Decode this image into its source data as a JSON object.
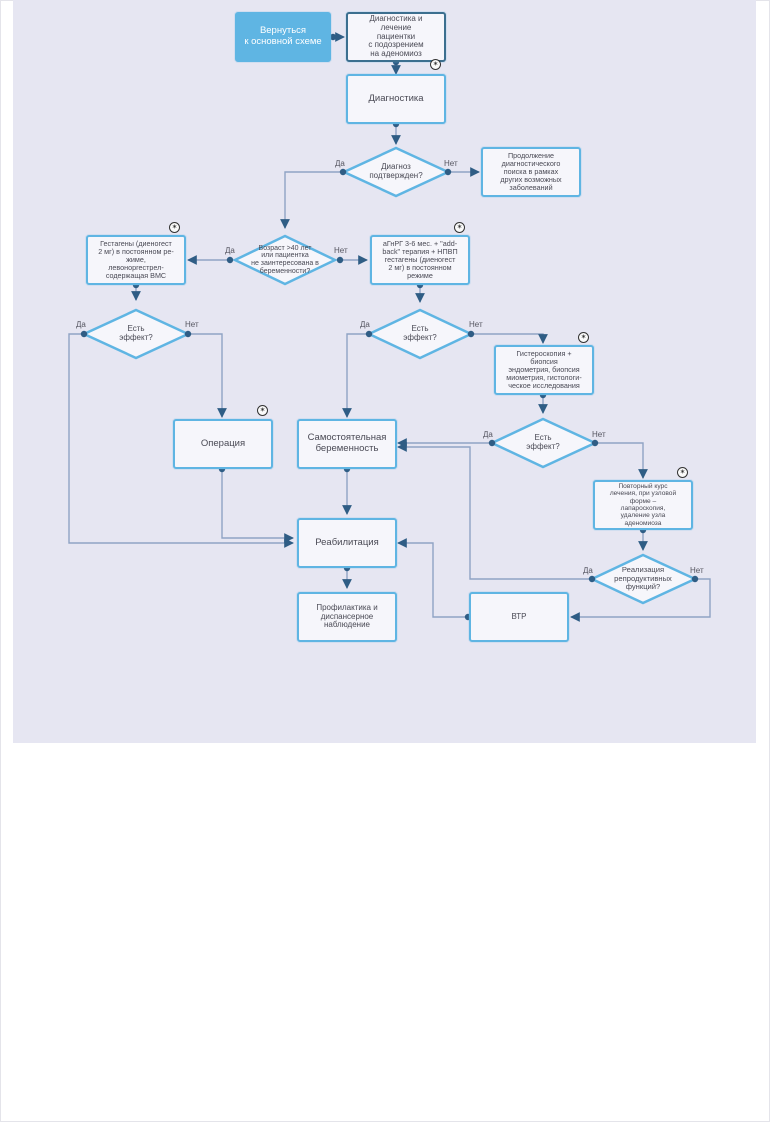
{
  "nodes": {
    "back": "Вернуться\nк основной схеме",
    "start": "Диагностика и\nлечение\nпациентки\nс подозрением\nна аденомиоз",
    "diagnostics": "Диагностика",
    "continue_search": "Продолжение\nдиагностического\nпоиска в рамках\nдругих возможных\nзаболеваний",
    "gestagens": "Гестагены (диеногест\n2 мг) в постоянном ре-\nжиме,\nлевоноргестрел-\nсодержащая ВМС",
    "agnrh": "аГнРГ 3-6 мес. + \"add-\nback\" терапия + НПВП\nгестагены (диеногест\n2 мг) в постоянном\nрежиме",
    "hysteroscopy": "Гистероскопия +\nбиопсия\nэндометрия, биопсия\nмиометрия, гистологи-\nческое исследования",
    "operation": "Операция",
    "pregnancy": "Самостоятельная\nбеременность",
    "repeat": "Повторный курс\nлечения, при узловой\nформе –\nлапароскопия,\nудаление узла\nаденомиоза",
    "rehab": "Реабилитация",
    "prophylaxis": "Профилактика и\nдиспансерное\nнаблюдение",
    "vrt": "ВТР"
  },
  "decisions": {
    "confirmed": "Диагноз\nподтвержден?",
    "age": "Возраст >40 лет\nили пациентка\nне заинтересована в\nбеременности?",
    "effect_left": "Есть\nэффект?",
    "effect_mid": "Есть\nэффект?",
    "effect_right": "Есть\nэффект?",
    "reproductive": "Реализация\nрепродуктивных\nфункций?"
  },
  "labels": {
    "yes": "Да",
    "no": "Нет"
  },
  "icons": {
    "pin": "✶"
  },
  "colors": {
    "stroke": "#5fb5e3",
    "line": "#8fa3c4",
    "dot": "#2f5d85",
    "canvas": "#e6e6f2"
  }
}
